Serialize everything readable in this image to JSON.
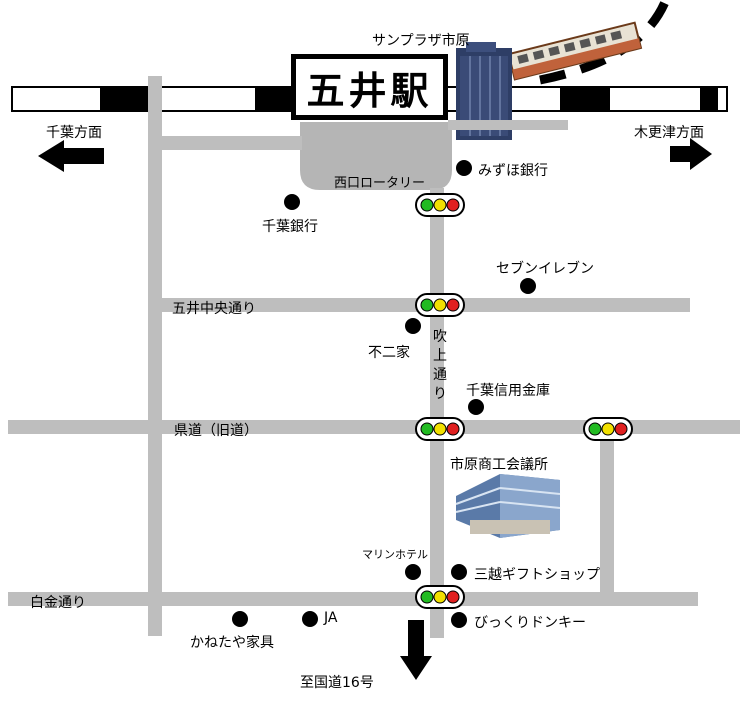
{
  "station": {
    "name": "五井駅"
  },
  "landmarks": {
    "sunplaza": "サンプラザ市原",
    "rotary": "西口ロータリー",
    "mizuho": "みずほ銀行",
    "chiba_bank": "千葉銀行",
    "seven": "セブンイレブン",
    "fujiya": "不二家",
    "shinkin": "千葉信用金庫",
    "chamber": "市原商工会議所",
    "marine": "マリンホテル",
    "mitsukoshi": "三越ギフトショップ",
    "bikkuri": "びっくりドンキー",
    "kanetaya": "かねたや家具",
    "ja": "JA"
  },
  "roads": {
    "goi_chuo": "五井中央通り",
    "kendo": "県道（旧道）",
    "shirogane": "白金通り",
    "fukiage": [
      "吹",
      "上",
      "通",
      "り"
    ]
  },
  "directions": {
    "left": "千葉方面",
    "right": "木更津方面",
    "down": "至国道16号"
  },
  "colors": {
    "road": "#bebebe",
    "rotary": "#b5b5b5",
    "rail_dark": "#000000",
    "signal_green": "#22bb22",
    "signal_yellow": "#f2e000",
    "signal_red": "#e02020"
  }
}
